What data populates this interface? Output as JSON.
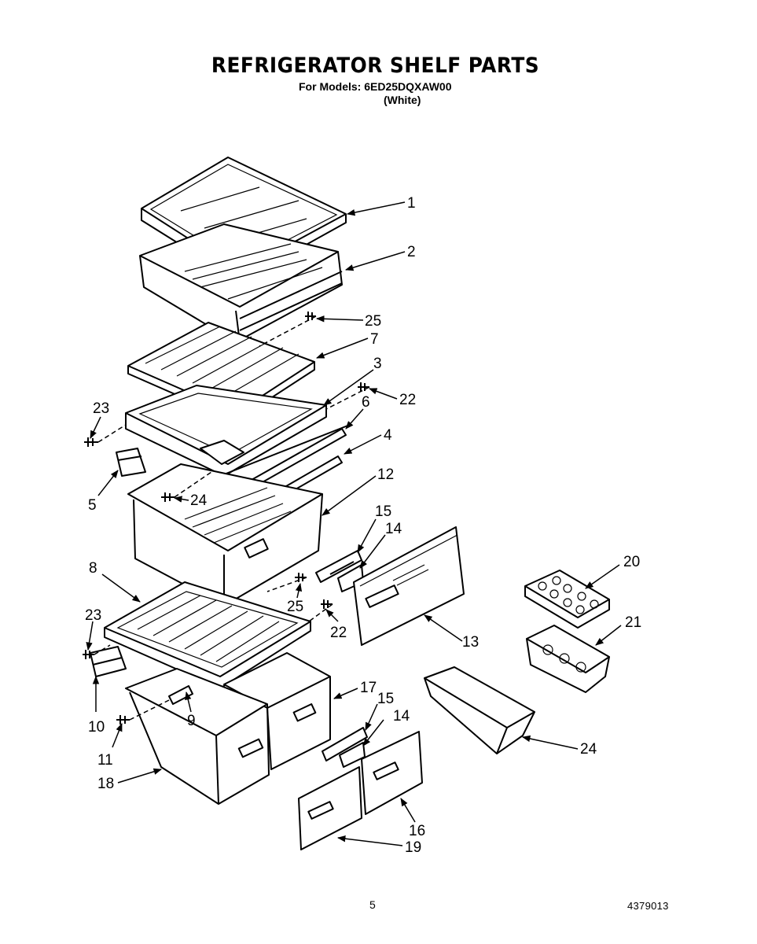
{
  "header": {
    "title": "REFRIGERATOR SHELF PARTS",
    "models": "For Models: 6ED25DQXAW00",
    "color": "(White)"
  },
  "footer": {
    "page_number": "5",
    "document_number": "4379013"
  },
  "callouts": [
    "1",
    "2",
    "25",
    "7",
    "3",
    "22",
    "6",
    "23",
    "4",
    "12",
    "5",
    "24",
    "15",
    "14",
    "20",
    "8",
    "23",
    "25",
    "22",
    "13",
    "21",
    "17",
    "15",
    "14",
    "10",
    "9",
    "24",
    "11",
    "18",
    "16",
    "19"
  ]
}
